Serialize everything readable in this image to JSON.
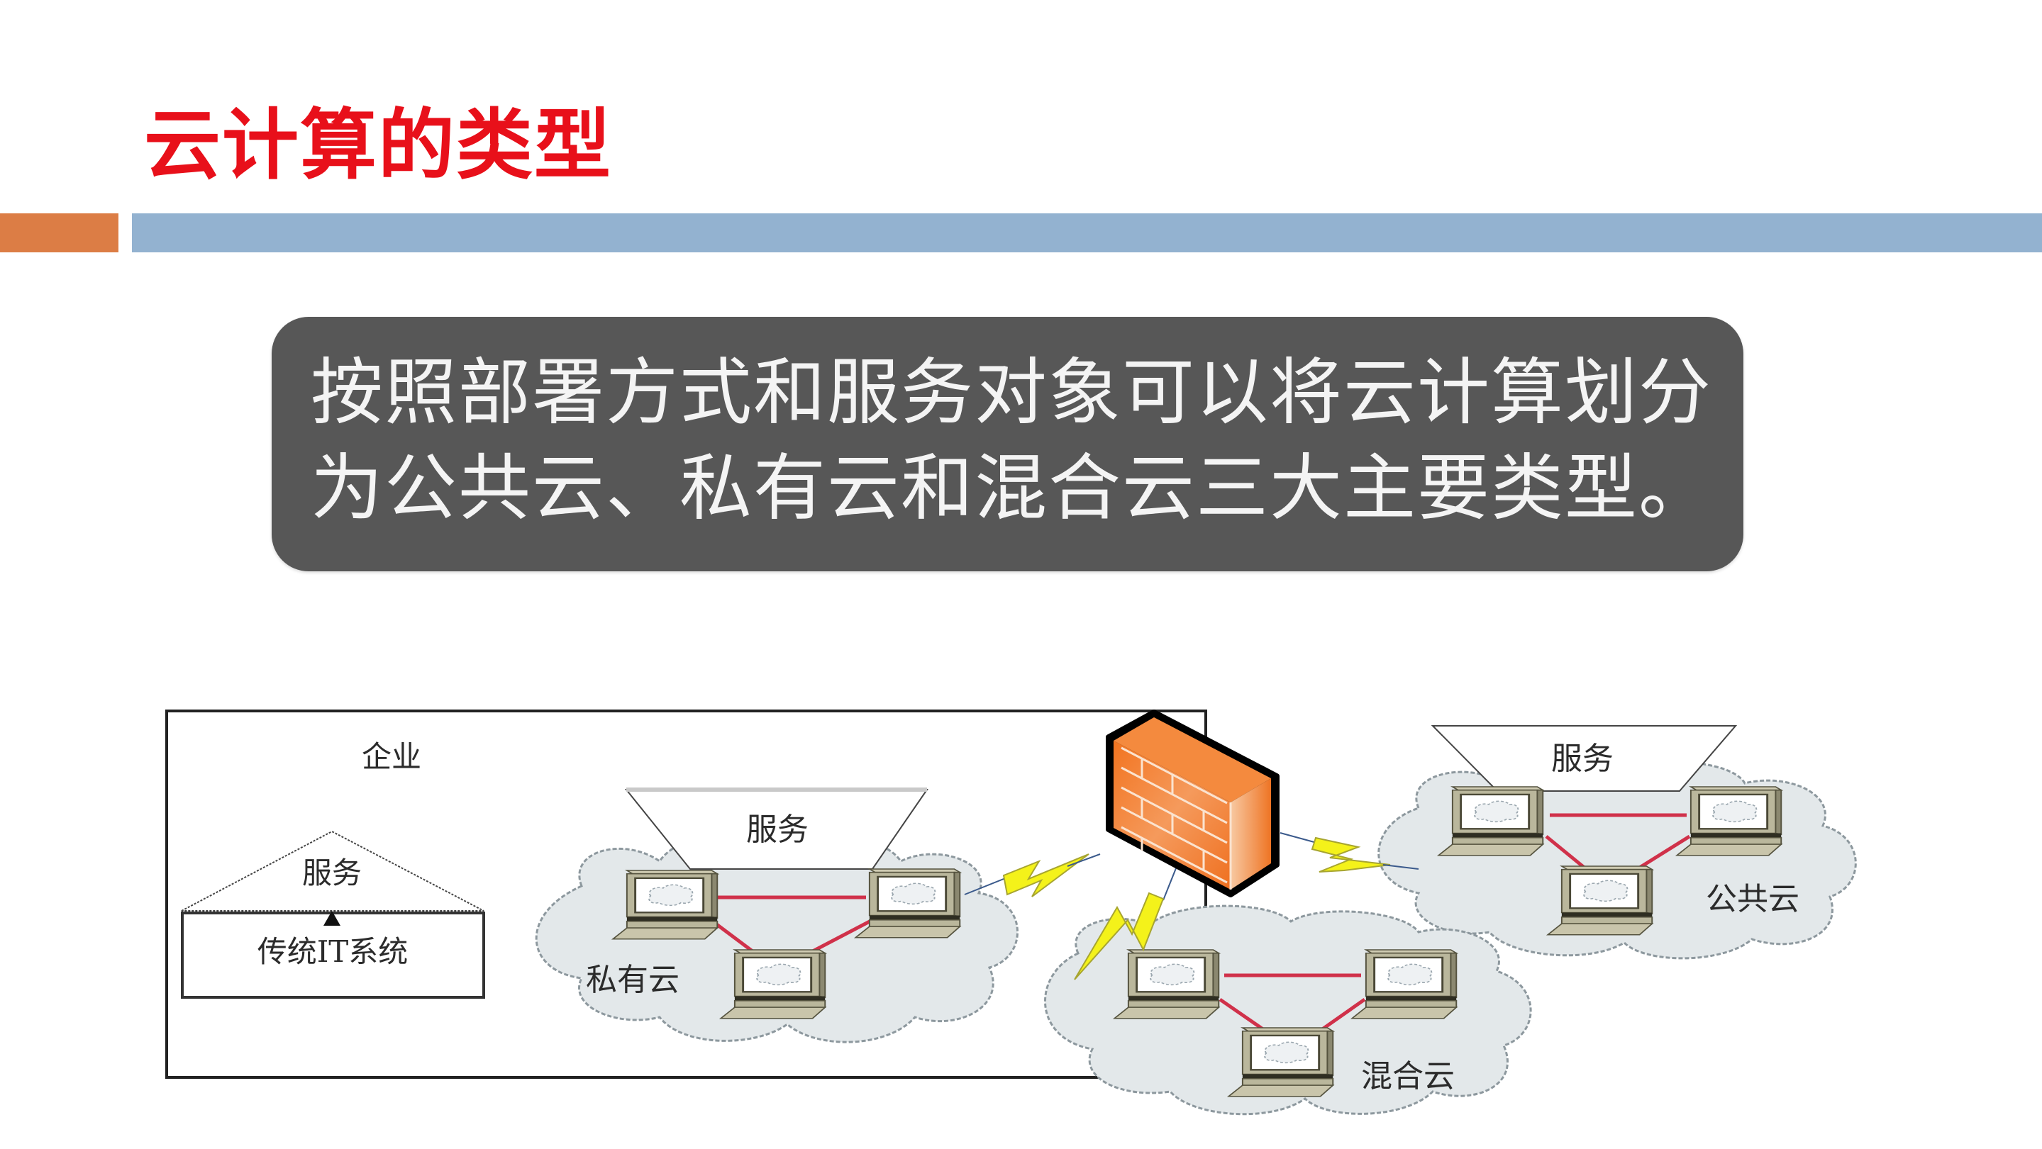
{
  "slide": {
    "title": "云计算的类型",
    "title_color": "#e8101a",
    "accent_bar_color": "#dc7d45",
    "main_bar_color": "#93b2d0",
    "callout": {
      "line1": "按照部署方式和服务对象可以将云计算划分",
      "line2": "为公共云、私有云和混合云三大主要类型。",
      "background": "#575757"
    }
  },
  "diagram": {
    "enterprise_label": "企业",
    "traditional": {
      "service_label": "服务",
      "system_label": "传统IT系统"
    },
    "private_cloud": {
      "label": "私有云",
      "service_label": "服务",
      "computers": 3
    },
    "public_cloud": {
      "label": "公共云",
      "service_label": "服务",
      "computers": 3
    },
    "hybrid_cloud": {
      "label": "混合云",
      "computers": 3
    },
    "firewall": {
      "icon": "firewall-icon",
      "color": "#f07a2a"
    },
    "link_color": "#d0314a",
    "cloud_fill": "#e3e8ea",
    "bolt_color": "#f4f21a"
  }
}
